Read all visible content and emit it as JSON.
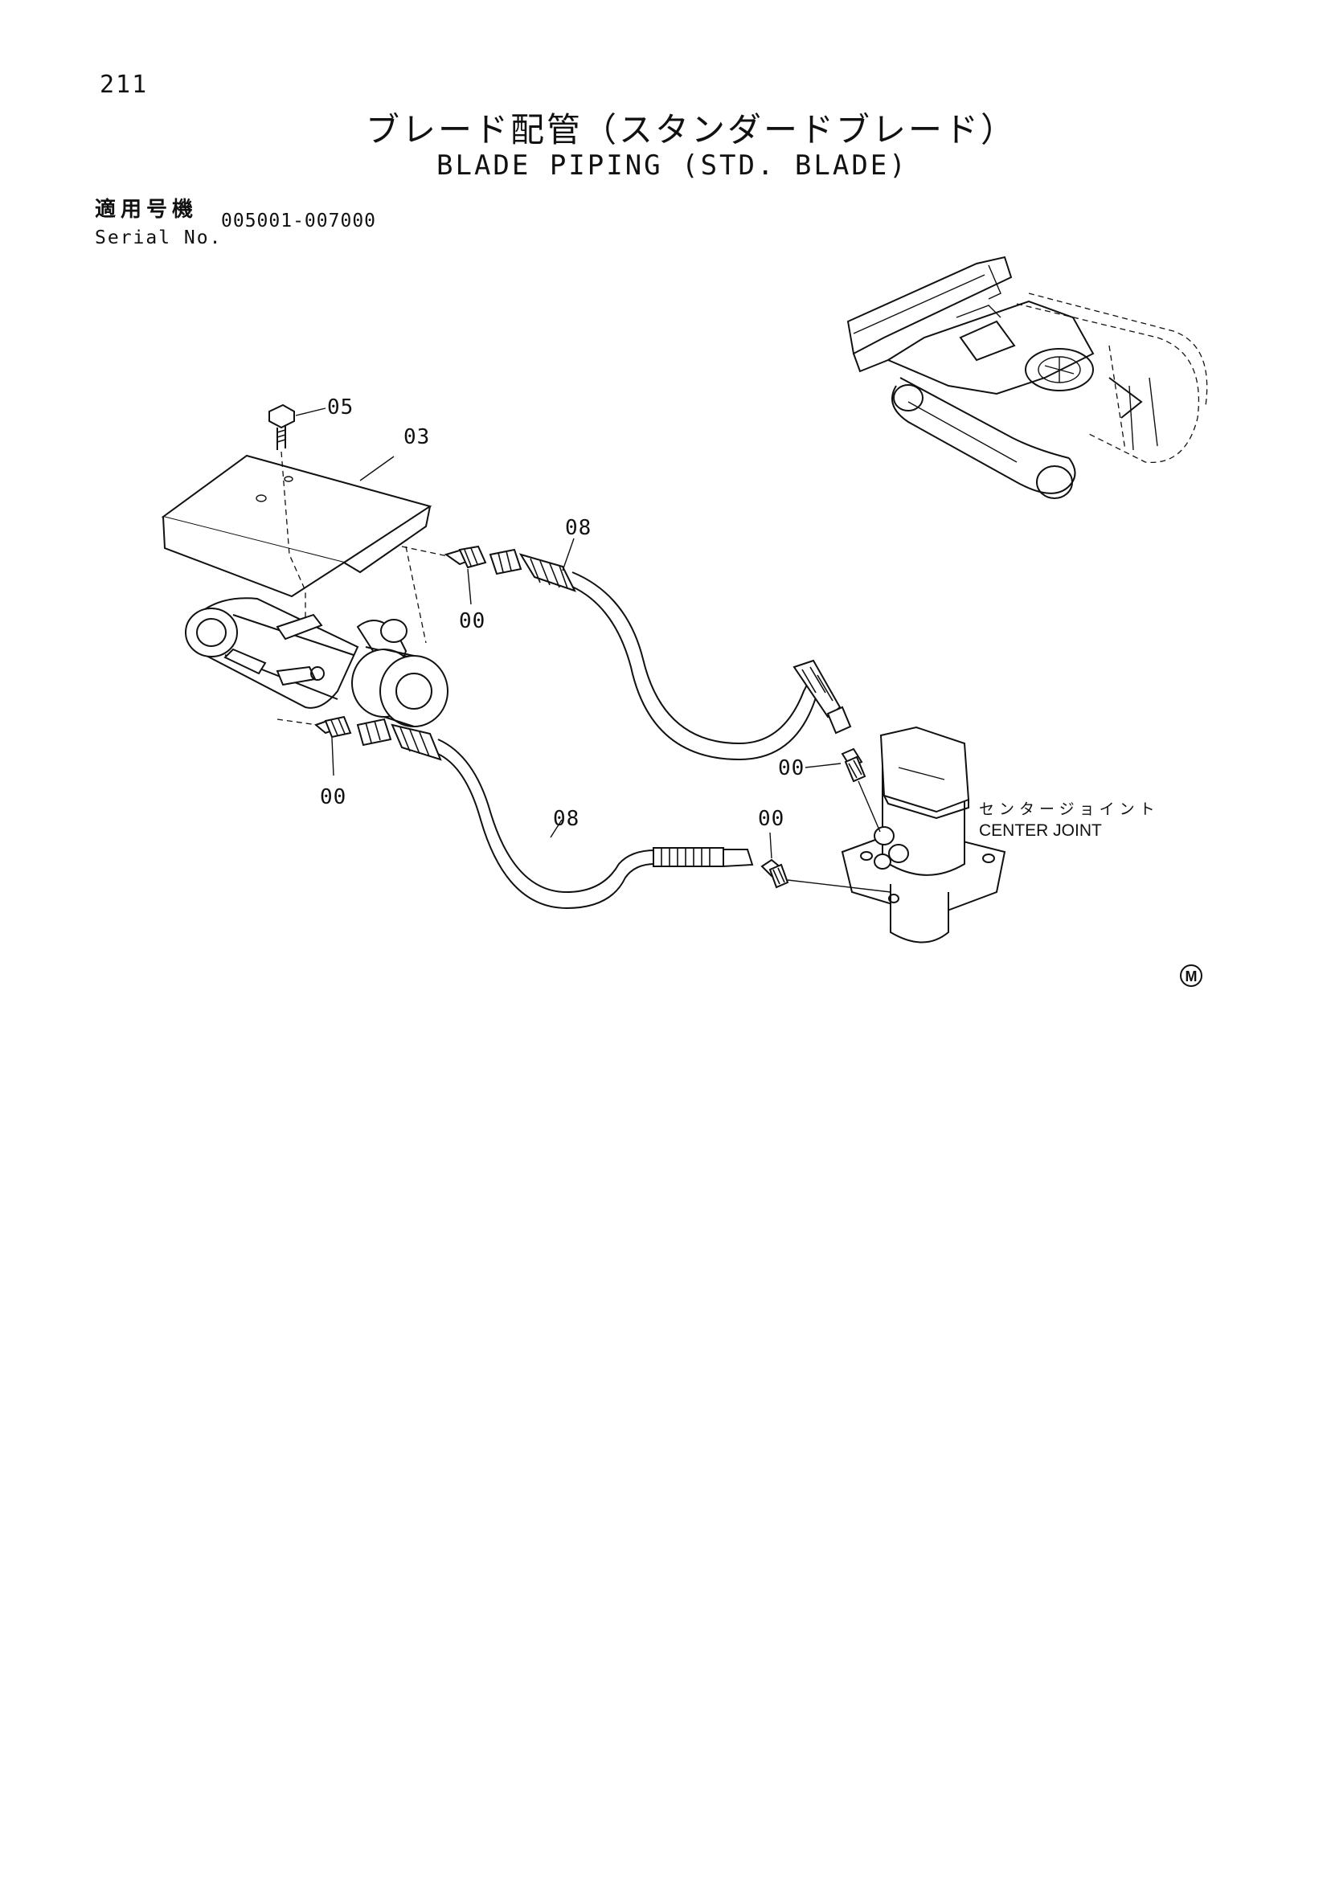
{
  "header": {
    "page_number": "211",
    "title_jp": "ブレード配管（スタンダードブレード）",
    "title_en": "BLADE PIPING (STD. BLADE)"
  },
  "serial": {
    "label_jp": "適用号機",
    "label_en": "Serial No.",
    "range": "005001-007000"
  },
  "diagram": {
    "callouts": {
      "bolt": "05",
      "cover": "03",
      "hose_upper": "08",
      "hose_lower": "08",
      "fitting_upper_left": "00",
      "fitting_lower_left": "00",
      "fitting_center_joint_upper": "00",
      "fitting_center_joint_lower": "00"
    },
    "center_joint_label_jp": "センタージョイント",
    "center_joint_label_en": "CENTER JOINT",
    "mark": "M"
  }
}
